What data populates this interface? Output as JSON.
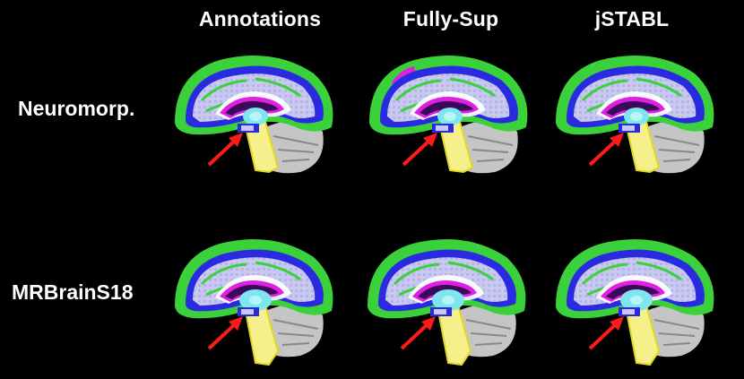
{
  "columns": [
    {
      "label": "Annotations"
    },
    {
      "label": "Fully-Sup"
    },
    {
      "label": "jSTABL"
    }
  ],
  "rows": [
    {
      "label": "Neuromorp."
    },
    {
      "label": "MRBrainS18"
    }
  ],
  "colors": {
    "background": "#000000",
    "cortex_green": "#3ad13a",
    "wm_blue": "#2a2ae0",
    "ventricle_purple": "#3a0a5a",
    "magenta": "#e020e0",
    "cyan": "#7fe6f0",
    "yellow": "#f5f08a",
    "lavender": "#c8c8f0",
    "cerebellum_white": "#e8e8e8",
    "arrow_red": "#ff1a1a"
  }
}
